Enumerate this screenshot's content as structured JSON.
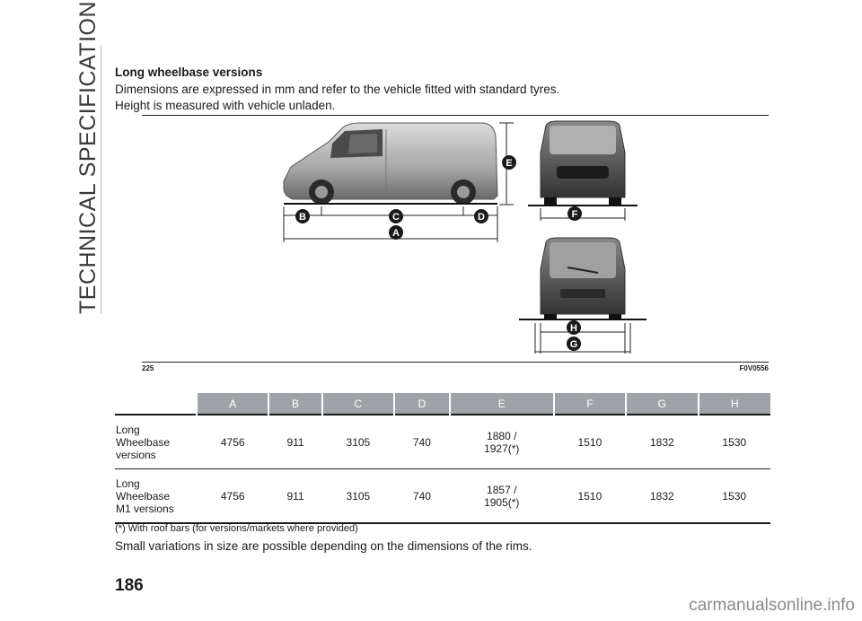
{
  "side_title": "TECHNICAL SPECIFICATIONS",
  "heading": "Long wheelbase versions",
  "intro_line1": "Dimensions are expressed in mm and refer to the vehicle fitted with standard tyres.",
  "intro_line2": "Height is measured with vehicle unladen.",
  "figure": {
    "number": "225",
    "code": "F0V0556",
    "callouts": [
      "A",
      "B",
      "C",
      "D",
      "E",
      "F",
      "G",
      "H"
    ]
  },
  "table": {
    "headers": [
      "A",
      "B",
      "C",
      "D",
      "E",
      "F",
      "G",
      "H"
    ],
    "rows": [
      {
        "label_lines": [
          "Long",
          "Wheelbase",
          "versions"
        ],
        "values": [
          "4756",
          "911",
          "3105",
          "740",
          "1880 /",
          "1510",
          "1832",
          "1530"
        ],
        "e_second": "1927(*)"
      },
      {
        "label_lines": [
          "Long",
          "Wheelbase",
          "M1 versions"
        ],
        "values": [
          "4756",
          "911",
          "3105",
          "740",
          "1857 /",
          "1510",
          "1832",
          "1530"
        ],
        "e_second": "1905(*)"
      }
    ]
  },
  "footnote": "(*) With roof bars (for versions/markets where provided)",
  "note": "Small variations in size are possible depending on the dimensions of the rims.",
  "page_number": "186",
  "watermark": "carmanualsonline.info",
  "colors": {
    "callout_badge": "#1a1a1a",
    "table_header": "#9fa3a7",
    "van_body": "#9a9a9a"
  }
}
